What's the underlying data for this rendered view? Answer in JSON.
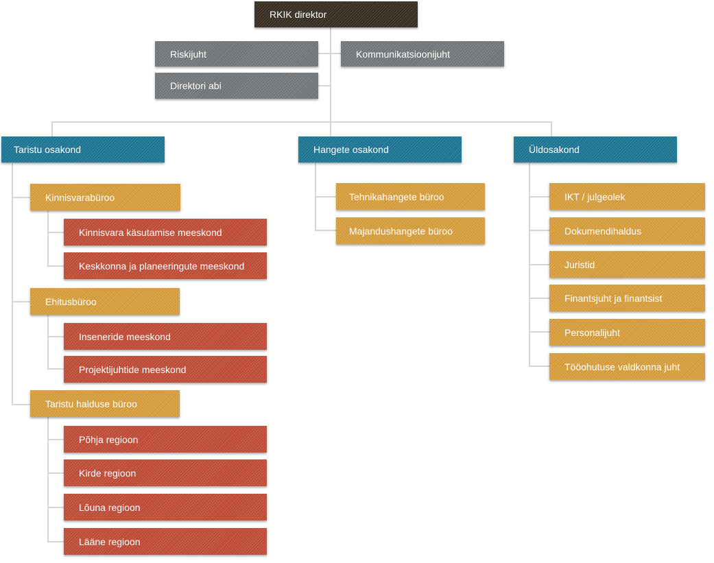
{
  "director": "RKIK direktor",
  "staff": {
    "risk": "Riskijuht",
    "comms": "Kommunikatsioonijuht",
    "assistant": "Direktori abi"
  },
  "departments": {
    "taristu": {
      "name": "Taristu osakond",
      "offices": [
        {
          "name": "Kinnisvarabüroo",
          "teams": [
            "Kinnisvara käsutamise meeskond",
            "Keskkonna ja planeeringute meeskond"
          ]
        },
        {
          "name": "Ehitusbüroo",
          "teams": [
            "Inseneride meeskond",
            "Projektijuhtide meeskond"
          ]
        },
        {
          "name": "Taristu halduse büroo",
          "teams": [
            "Põhja regioon",
            "Kirde regioon",
            "Lõuna regioon",
            "Lääne regioon"
          ]
        }
      ]
    },
    "hangete": {
      "name": "Hangete osakond",
      "offices": [
        "Tehnikahangete büroo",
        "Majandushangete büroo"
      ]
    },
    "uld": {
      "name": "Üldosakond",
      "units": [
        "IKT / julgeolek",
        "Dokumendihaldus",
        "Juristid",
        "Finantsjuht ja finantsist",
        "Personalijuht",
        "Tööohutuse valdkonna juht"
      ]
    }
  },
  "colors": {
    "director": "#3a3025",
    "staff": "#787b7d",
    "department": "#1f7a9a",
    "office": "#dea33f",
    "team": "#c6503a",
    "connector": "#d6d6d6"
  }
}
